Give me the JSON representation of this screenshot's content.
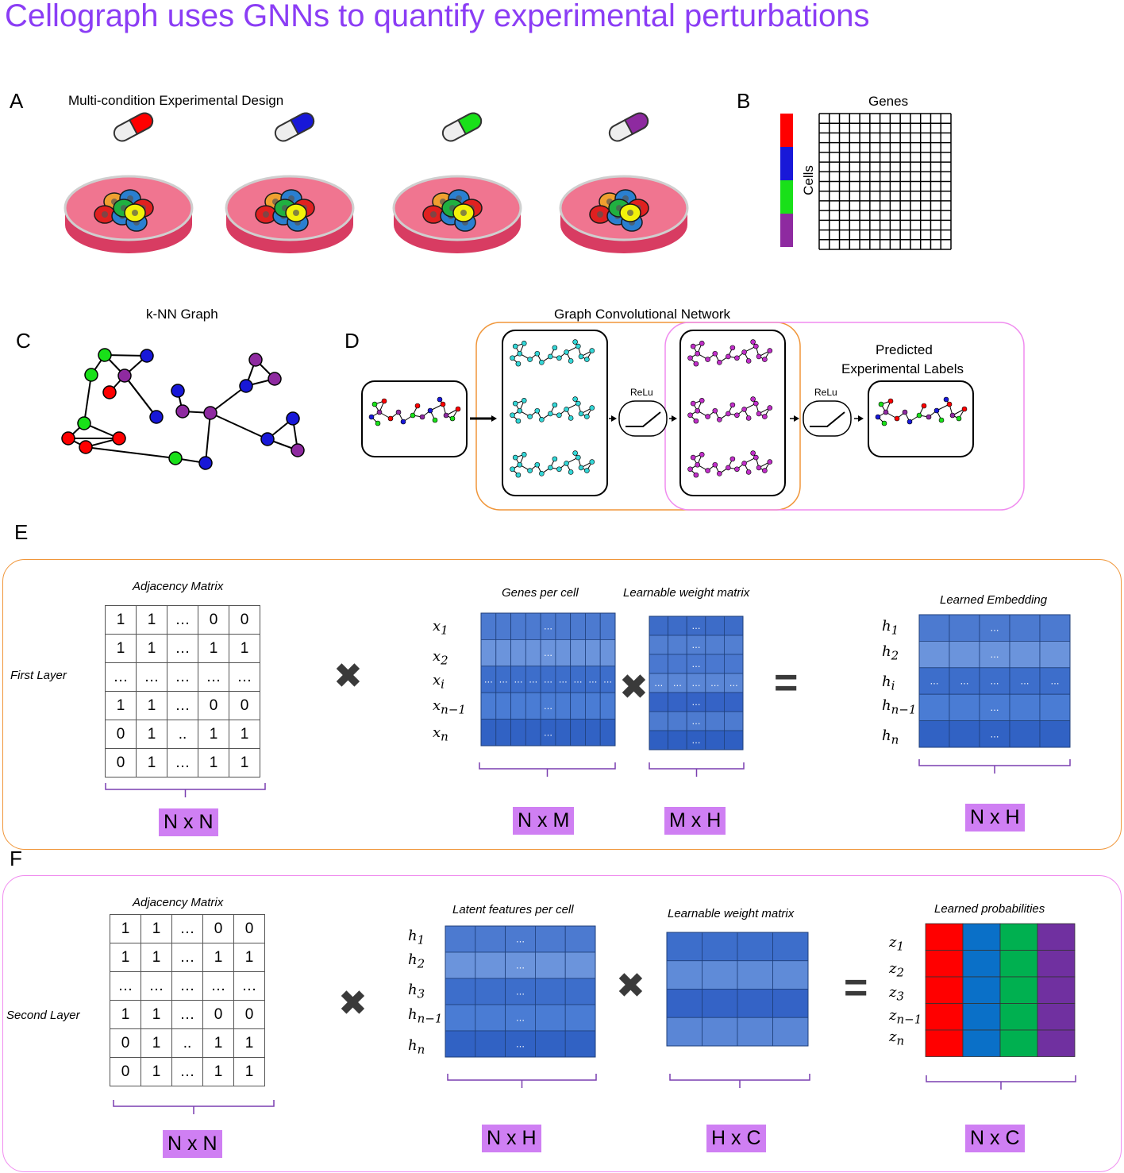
{
  "title": "Cellograph uses GNNs to quantify experimental perturbations",
  "panels": {
    "a": {
      "letter": "A",
      "caption": "Multi-condition Experimental Design"
    },
    "b": {
      "letter": "B",
      "genes_label": "Genes",
      "cells_label": "Cells"
    },
    "c": {
      "letter": "C",
      "caption": "k-NN Graph"
    },
    "d": {
      "letter": "D",
      "caption": "Graph Convolutional Network",
      "relu_1": "ReLu",
      "relu_2": "ReLu",
      "predicted_line1": "Predicted",
      "predicted_line2": "Experimental Labels"
    },
    "e": {
      "letter": "E",
      "layer_label": "First Layer",
      "adj_title": "Adjacency Matrix",
      "genes_title": "Genes per cell",
      "weight_title": "Learnable weight matrix",
      "embed_title": "Learned Embedding",
      "dim_adj": "N x N",
      "dim_genes": "N x M",
      "dim_weight": "M x H",
      "dim_out": "N x H",
      "x_labels": [
        "x1",
        "x2",
        "xi",
        "xn−1",
        "xn"
      ],
      "h_labels": [
        "h1",
        "h2",
        "hi",
        "hn−1",
        "hn"
      ]
    },
    "f": {
      "letter": "F",
      "layer_label": "Second Layer",
      "adj_title": "Adjacency Matrix",
      "latent_title": "Latent features per cell",
      "weight_title": "Learnable weight matrix",
      "prob_title": "Learned probabilities",
      "dim_adj": "N x N",
      "dim_latent": "N x H",
      "dim_weight": "H x C",
      "dim_out": "N x C",
      "h_labels": [
        "h1",
        "h2",
        "h3",
        "hn−1",
        "hn"
      ],
      "z_labels": [
        "z1",
        "z2",
        "z3",
        "zn−1",
        "zn"
      ]
    }
  },
  "adjacency_rows": [
    [
      "1",
      "1",
      "…",
      "0",
      "0"
    ],
    [
      "1",
      "1",
      "…",
      "1",
      "1"
    ],
    [
      "…",
      "…",
      "…",
      "…",
      "…"
    ],
    [
      "1",
      "1",
      "…",
      "0",
      "0"
    ],
    [
      "0",
      "1",
      "..",
      "1",
      "1"
    ],
    [
      "0",
      "1",
      "…",
      "1",
      "1"
    ]
  ],
  "operators": {
    "times": "✖",
    "equals": "="
  },
  "colors": {
    "title": "#8b3df5",
    "condition_1": "#ff0000",
    "condition_2": "#1818d8",
    "condition_3": "#19e019",
    "condition_4": "#8e2aa0",
    "first_layer_border": "#f0963a",
    "second_layer_border": "#f08cef",
    "dim_badge": "#cf7ff3",
    "gcn_node_1": "#33d6d6",
    "gcn_node_2": "#c02fc8",
    "matrix_blue": "#3a6fd0",
    "prob_red": "#ff0000",
    "prob_blue": "#0a70c8",
    "prob_green": "#00b050",
    "prob_purple": "#7030a0"
  }
}
